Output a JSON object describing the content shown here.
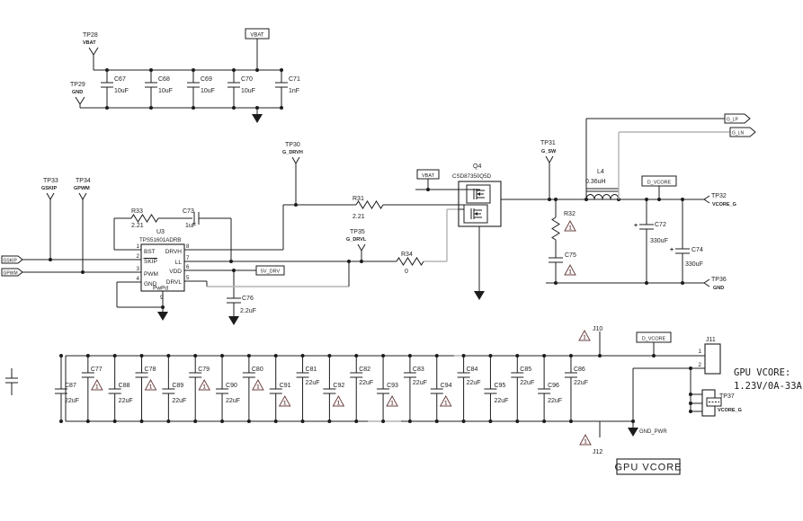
{
  "colors": {
    "wire": "#1c1c1c",
    "highlight_net": "#b3b3b3",
    "dnp": "#6d4343",
    "background": "#ffffff"
  },
  "dnp_note": "1",
  "input_filter": {
    "tp_power": {
      "ref": "TP28",
      "net": "VBAT"
    },
    "tp_gnd": {
      "ref": "TP29",
      "net": "GND"
    },
    "net_tag": "VBAT",
    "caps": [
      {
        "ref": "C67",
        "value": "10uF"
      },
      {
        "ref": "C68",
        "value": "10uF"
      },
      {
        "ref": "C69",
        "value": "10uF"
      },
      {
        "ref": "C70",
        "value": "10uF"
      },
      {
        "ref": "C71",
        "value": "1nF"
      }
    ]
  },
  "controller": {
    "ref": "U3",
    "part": "TPS51601ADRB",
    "pins": {
      "p1": {
        "num": "1",
        "name": "BST"
      },
      "p2": {
        "num": "2",
        "name": "SKIP"
      },
      "p3": {
        "num": "3",
        "name": "PWM"
      },
      "p4": {
        "num": "4",
        "name": "GND"
      },
      "p5": {
        "num": "5",
        "name": "DRVL"
      },
      "p6": {
        "num": "6",
        "name": "VDD"
      },
      "p7": {
        "num": "7",
        "name": "LL"
      },
      "p8": {
        "num": "8",
        "name": "DRVH"
      },
      "p9": {
        "num": "9",
        "name": "PwPd"
      }
    },
    "skip_tag": "GSKIP",
    "pwm_tag": "GPWM",
    "tp_skip": {
      "ref": "TP33",
      "net": "GSKIP"
    },
    "tp_pwm": {
      "ref": "TP34",
      "net": "GPWM"
    },
    "r33": {
      "ref": "R33",
      "value": "2.21"
    },
    "c73": {
      "ref": "C73",
      "value": "1uF"
    },
    "vdd_tag": "5V_DRV",
    "c76": {
      "ref": "C76",
      "value": "2.2uF"
    }
  },
  "gate_nets": {
    "tp_drvh": {
      "ref": "TP30",
      "net": "G_DRVH"
    },
    "r31": {
      "ref": "R31",
      "value": "2.21"
    },
    "tp_drvl": {
      "ref": "TP35",
      "net": "G_DRVL"
    },
    "r34": {
      "ref": "R34",
      "value": "0"
    }
  },
  "power_stage": {
    "q4": {
      "ref": "Q4",
      "part": "CSD87350Q5D"
    },
    "vin_tag": "VBAT",
    "tp_sw": {
      "ref": "TP31",
      "net": "G_SW"
    },
    "l4": {
      "ref": "L4",
      "value": "0.36uH"
    },
    "r32": {
      "ref": "R32"
    },
    "c75": {
      "ref": "C75"
    },
    "c72": {
      "ref": "C72",
      "value": "330uF",
      "polarity": "+"
    },
    "c74": {
      "ref": "C74",
      "value": "330uF",
      "polarity": "+"
    },
    "sense_p_tag": "G_LP",
    "sense_n_tag": "G_LN",
    "vcore_tag": "D_VCORE",
    "tp_out": {
      "ref": "TP32",
      "net": "VCORE_G"
    },
    "tp_gnd": {
      "ref": "TP36",
      "net": "GND"
    }
  },
  "output_bank": {
    "vcore_tag": "D_VCORE",
    "caps": [
      {
        "ref": "C87",
        "value": "22uF",
        "pos": "low"
      },
      {
        "ref": "C77",
        "dnp": true,
        "pos": "high"
      },
      {
        "ref": "C88",
        "value": "22uF",
        "pos": "low"
      },
      {
        "ref": "C78",
        "dnp": true,
        "pos": "high"
      },
      {
        "ref": "C89",
        "value": "22uF",
        "pos": "low"
      },
      {
        "ref": "C79",
        "dnp": true,
        "pos": "high"
      },
      {
        "ref": "C90",
        "value": "22uF",
        "pos": "low"
      },
      {
        "ref": "C80",
        "dnp": true,
        "pos": "high"
      },
      {
        "ref": "C91",
        "dnp": true,
        "pos": "low"
      },
      {
        "ref": "C81",
        "value": "22uF",
        "pos": "high"
      },
      {
        "ref": "C92",
        "dnp": true,
        "pos": "low"
      },
      {
        "ref": "C82",
        "value": "22uF",
        "pos": "high"
      },
      {
        "ref": "C93",
        "dnp": true,
        "pos": "low"
      },
      {
        "ref": "C83",
        "value": "22uF",
        "pos": "high"
      },
      {
        "ref": "C94",
        "dnp": true,
        "pos": "low"
      },
      {
        "ref": "C84",
        "value": "22uF",
        "pos": "high"
      },
      {
        "ref": "C95",
        "value": "22uF",
        "pos": "low"
      },
      {
        "ref": "C85",
        "value": "22uF",
        "pos": "high"
      },
      {
        "ref": "C96",
        "value": "22uF",
        "pos": "low"
      },
      {
        "ref": "C86",
        "value": "22uF",
        "pos": "high"
      }
    ],
    "j10": "J10",
    "j11": {
      "ref": "J11",
      "pin1": "1",
      "pin2": "2"
    },
    "j12": "J12",
    "gnd_net": "GND_PWR",
    "tp_sense": {
      "ref": "TP37",
      "net": "VCORE_G"
    }
  },
  "annotations": {
    "spec_line1": "GPU VCORE:",
    "spec_line2": "1.23V/0A-33A",
    "title_box": "GPU VCORE"
  }
}
